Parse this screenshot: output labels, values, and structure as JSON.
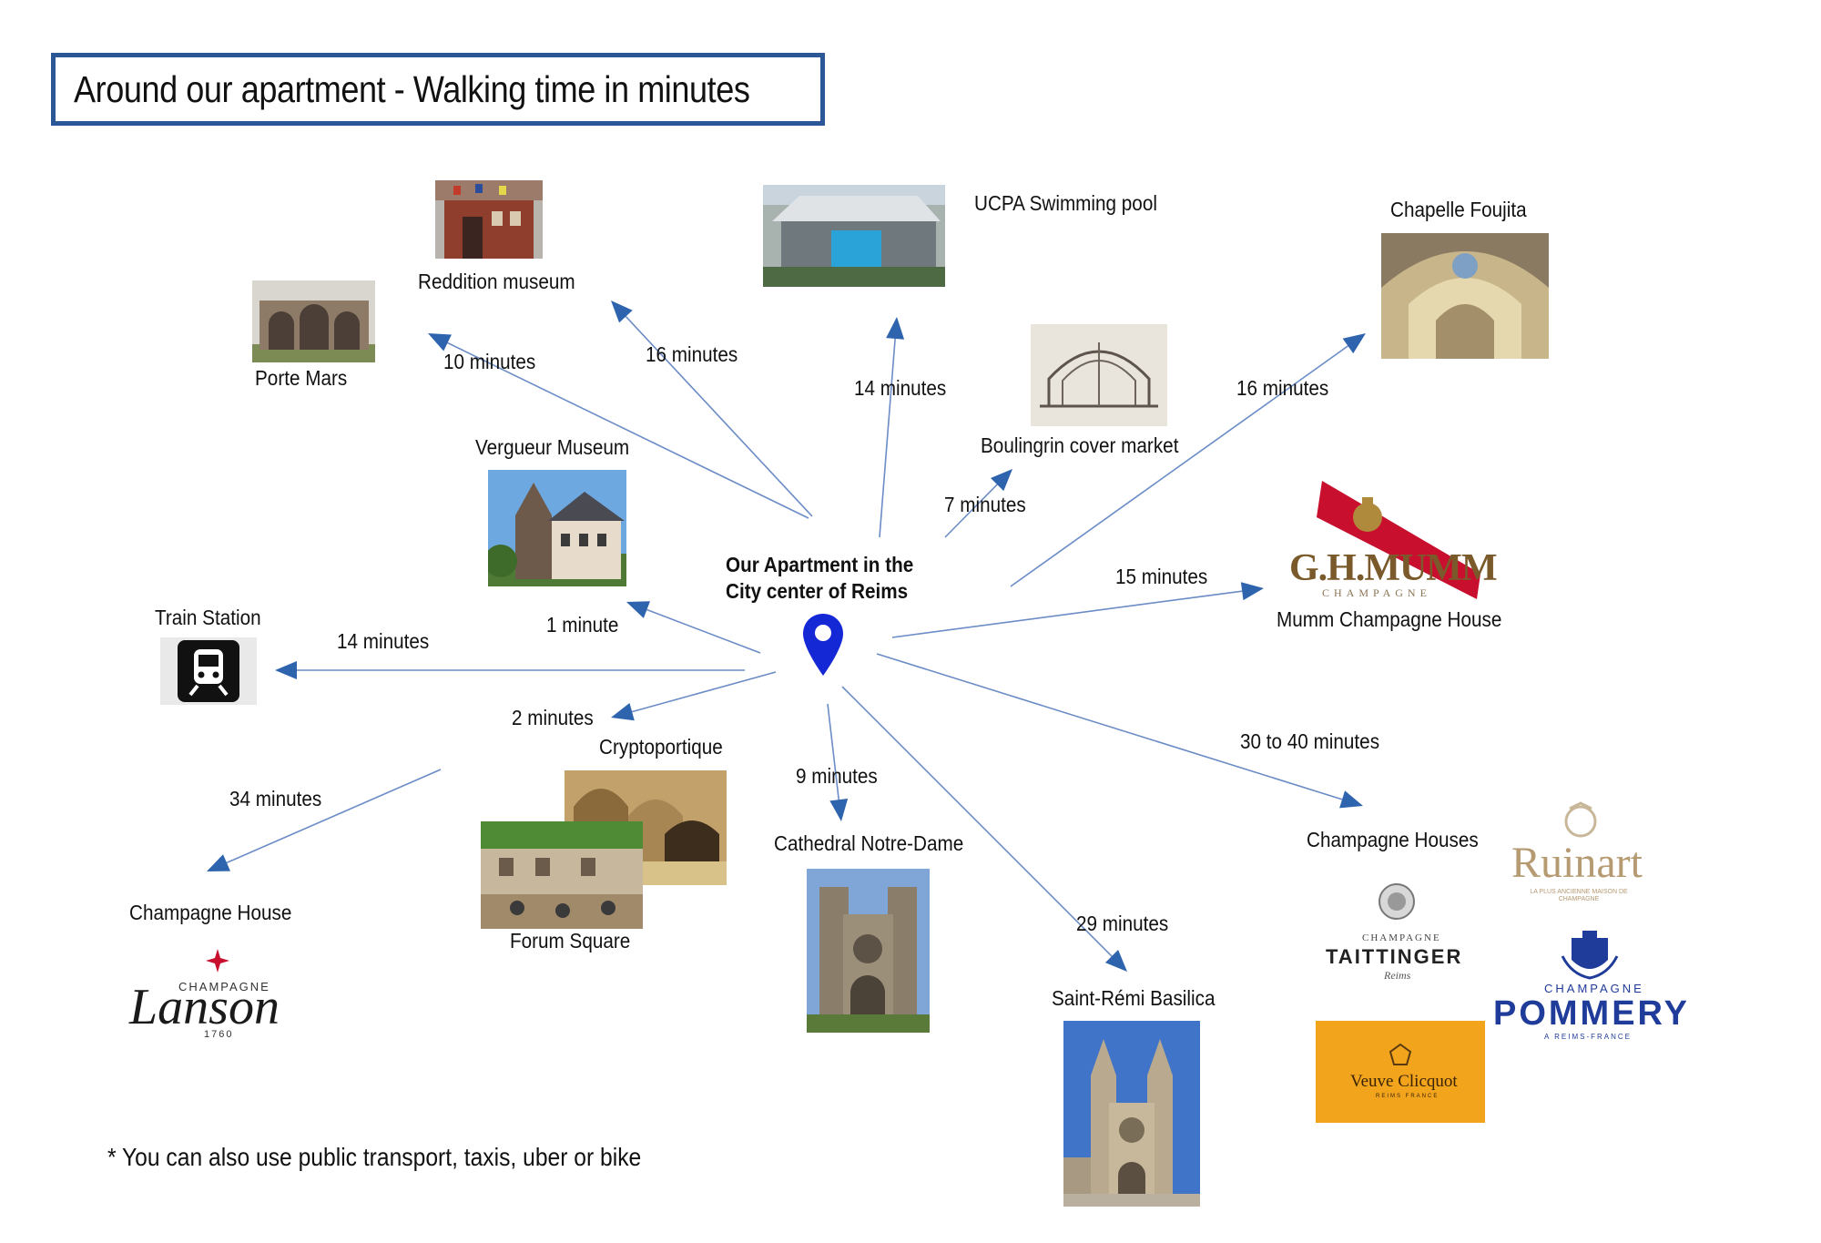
{
  "title": "Around our apartment - Walking time in minutes",
  "center": {
    "line1": "Our Apartment in the",
    "line2": "City center of Reims",
    "pin_color": "#1428d6"
  },
  "colors": {
    "arrow": "#2e63ad",
    "line": "#6b8cc6",
    "title_border": "#2b5797"
  },
  "places": [
    {
      "id": "reddition",
      "name": "Reddition museum",
      "time": "16 minutes"
    },
    {
      "id": "porte-mars",
      "name": "Porte Mars",
      "time": "10 minutes"
    },
    {
      "id": "ucpa",
      "name": "UCPA Swimming pool",
      "time": "14 minutes"
    },
    {
      "id": "boulingrin",
      "name": "Boulingrin cover market",
      "time": "7 minutes"
    },
    {
      "id": "foujita",
      "name": "Chapelle Foujita",
      "time": "16 minutes"
    },
    {
      "id": "vergueur",
      "name": "Vergueur Museum",
      "time": "1 minute"
    },
    {
      "id": "mumm",
      "name": "Mumm Champagne House",
      "time": "15 minutes"
    },
    {
      "id": "train",
      "name": "Train Station",
      "time": "14 minutes"
    },
    {
      "id": "forum",
      "name": "Forum Square",
      "name2": "Cryptoportique",
      "time": "2 minutes"
    },
    {
      "id": "lanson",
      "name": "Champagne House",
      "time": "34 minutes"
    },
    {
      "id": "cathedral",
      "name": "Cathedral Notre-Dame",
      "time": "9 minutes"
    },
    {
      "id": "saint-remi",
      "name": "Saint-Rémi Basilica",
      "time": "29 minutes"
    },
    {
      "id": "houses",
      "name": "Champagne Houses",
      "time": "30 to 40 minutes"
    }
  ],
  "logos": {
    "mumm": {
      "main": "G.H.MUMM",
      "sub": "CHAMPAGNE"
    },
    "lanson": {
      "top": "CHAMPAGNE",
      "main": "Lanson",
      "year": "1760"
    },
    "ruinart": {
      "main": "Ruinart",
      "sub": "LA PLUS ANCIENNE MAISON DE CHAMPAGNE"
    },
    "taittinger": {
      "top": "CHAMPAGNE",
      "main": "TAITTINGER",
      "sub": "Reims"
    },
    "pommery": {
      "top": "CHAMPAGNE",
      "main": "POMMERY",
      "sub": "A REIMS-FRANCE"
    },
    "veuve": {
      "main": "Veuve Clicquot",
      "sub": "REIMS FRANCE"
    }
  },
  "footnote": "* You can also use public transport, taxis, uber or bike"
}
